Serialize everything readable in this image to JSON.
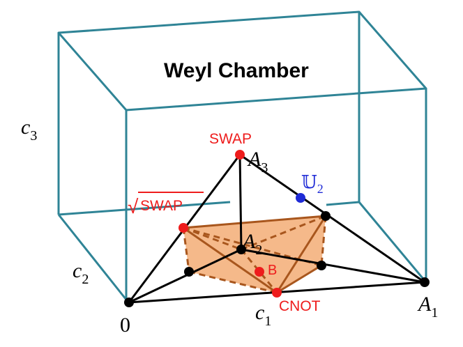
{
  "title": "Weyl Chamber",
  "axes": {
    "c1": {
      "base": "c",
      "sub": "1"
    },
    "c2": {
      "base": "c",
      "sub": "2"
    },
    "c3": {
      "base": "c",
      "sub": "3"
    }
  },
  "vertices": {
    "origin": "0",
    "a1": {
      "base": "A",
      "sub": "1"
    },
    "a2": {
      "base": "A",
      "sub": "2"
    },
    "a3": {
      "base": "A",
      "sub": "3"
    }
  },
  "gates": {
    "swap": "SWAP",
    "sqrt_swap": "SWAP",
    "sqrt_symbol": "√",
    "cnot": "CNOT",
    "b": "B",
    "u2": {
      "base": "𝕌",
      "sub": "2"
    }
  },
  "colors": {
    "box": "#2f8496",
    "edges": "#000000",
    "region_fill": "#f5b98a",
    "region_stroke": "#a8561d",
    "gate_red": "#ee1c1c",
    "gate_blue": "#1f2bd6"
  }
}
